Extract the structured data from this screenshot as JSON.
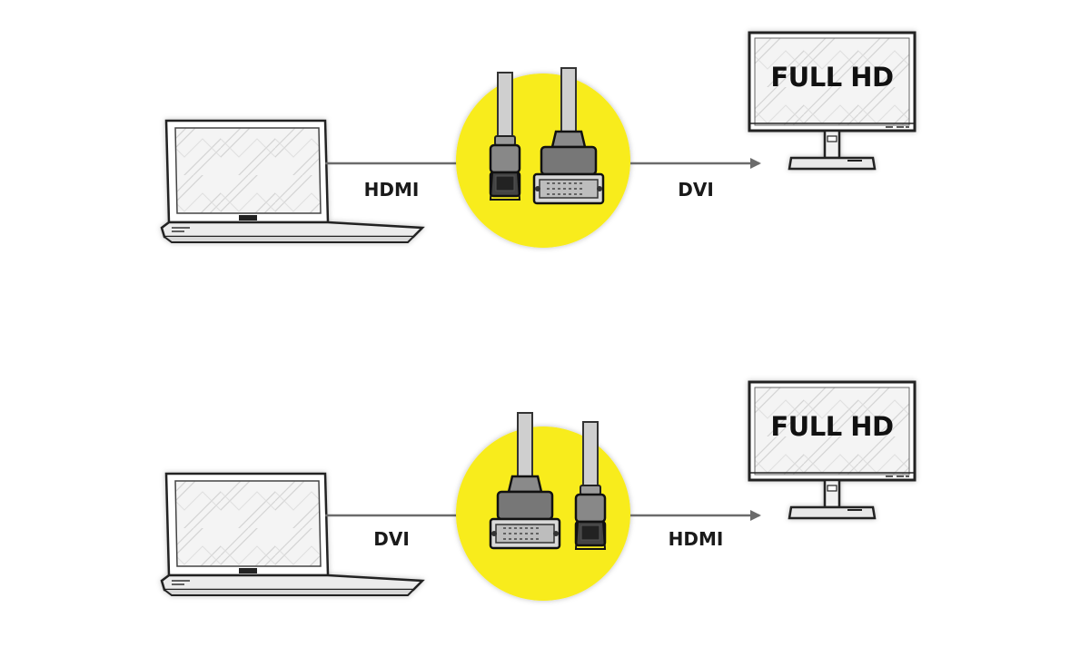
{
  "rows": [
    {
      "source_label": "HDMI",
      "target_label": "DVI",
      "monitor_text": "FULL HD",
      "adapter_left": "hdmi-connector",
      "adapter_right": "dvi-connector"
    },
    {
      "source_label": "DVI",
      "target_label": "HDMI",
      "monitor_text": "FULL HD",
      "adapter_left": "dvi-connector",
      "adapter_right": "hdmi-connector"
    }
  ],
  "colors": {
    "adapter_circle": "#f8ec1a",
    "line": "#6b6b6b",
    "outline": "#222222"
  },
  "icons": [
    "laptop-icon",
    "monitor-icon",
    "hdmi-connector-icon",
    "dvi-connector-icon",
    "arrow-icon"
  ]
}
